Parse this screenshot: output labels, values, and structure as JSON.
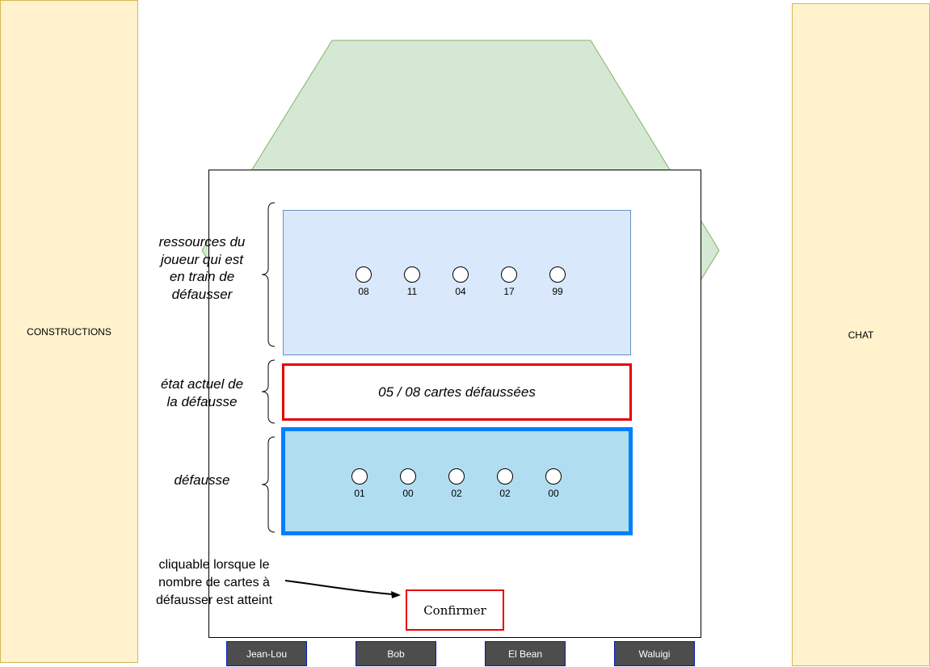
{
  "sidebar_left": {
    "label": "CONSTRUCTIONS"
  },
  "sidebar_right": {
    "label": "CHAT"
  },
  "annotations": {
    "resources": [
      "ressources du",
      "joueur qui est",
      "en train de",
      "défausser"
    ],
    "status": [
      "état actuel de",
      "la défausse"
    ],
    "discard": [
      "défausse"
    ],
    "note": [
      "cliquable lorsque le",
      "nombre de cartes à",
      "défausser est atteint"
    ]
  },
  "resources": {
    "values": [
      "08",
      "11",
      "04",
      "17",
      "99"
    ]
  },
  "status": {
    "text": "05 / 08 cartes défaussées"
  },
  "discard": {
    "values": [
      "01",
      "00",
      "02",
      "02",
      "00"
    ]
  },
  "confirm": {
    "label": "Confirmer"
  },
  "players": [
    "Jean-Lou",
    "Bob",
    "El Bean",
    "Waluigi"
  ],
  "colors": {
    "panel_fill": "#fff2cc",
    "panel_stroke": "#d6b656",
    "board_fill": "#d5e8d4",
    "board_stroke": "#82b366",
    "resource_fill": "#dae8fc",
    "resource_stroke": "#6c8ebf",
    "discard_fill": "#b1ddf0",
    "discard_stroke": "#007fff",
    "alert_red": "#e60000",
    "tab_fill": "#4d4d4d",
    "tab_stroke": "#001dbc"
  }
}
